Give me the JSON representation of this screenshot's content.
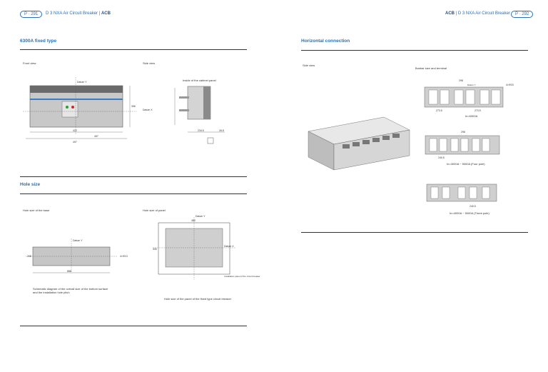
{
  "left_header": {
    "page_pill": "P · 291",
    "product": "D 3 NXA Air Circuit Breaker",
    "section": "ACB"
  },
  "right_header": {
    "section": "ACB",
    "product": "D 3 NXA Air Circuit Breaker",
    "page_pill": "P · 292"
  },
  "sections": {
    "fixed_type": "6300A fixed type",
    "hole_size": "Hole size",
    "horizontal": "Horizontal connection"
  },
  "labels": {
    "front_view": "Front view",
    "side_view_left": "Side view",
    "side_view_right": "Side view",
    "cabinet_panel": "Inside of the cabinet panel",
    "hole_base": "Hole size of the base",
    "hole_panel": "Hole size of panel",
    "busbar_terminal": "Busbar size and terminal",
    "datum_y": "Datum Y",
    "datum_x": "Datum X",
    "install_panel": "Installation panel of the circuit breaker"
  },
  "captions": {
    "base_caption": "Schematic diagram of the overall size of the bottom surface and the installation hole pitch",
    "panel_caption": "Hole size of the panel of the fixed type circuit breaker",
    "conn_1": "In=6300A",
    "conn_2": "In=4000A ~ 5000A (Four pole)",
    "conn_3": "In=4000A ~ 5000A (Three pole)"
  },
  "dims": {
    "front_w1": "422",
    "front_w2": "457",
    "front_w3": "497",
    "front_h": "396",
    "side_d1": "234.5",
    "side_d2": "26.5",
    "base_w": "888",
    "base_h": "238",
    "base_hole": "4×Φ13",
    "panel_w": "480",
    "panel_h": "330",
    "bus_a": "298",
    "bus_b": "298",
    "bus_c": "4×Φ15",
    "bus_d": "273.5",
    "bus_e": "273.5",
    "bus_f": "240.5",
    "bus_g": "240.5"
  }
}
